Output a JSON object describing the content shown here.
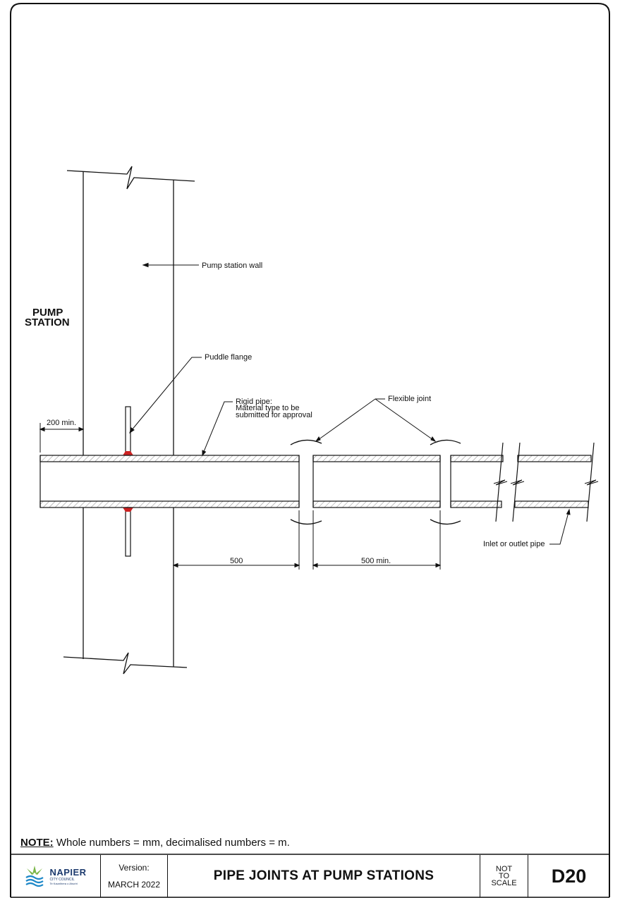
{
  "drawing": {
    "labels": {
      "pump_station_line1": "PUMP",
      "pump_station_line2": "STATION",
      "pump_station_wall": "Pump station wall",
      "puddle_flange": "Puddle flange",
      "rigid_pipe_line1": "Rigid pipe:",
      "rigid_pipe_line2": "Material type to be",
      "rigid_pipe_line3": "submitted for approval",
      "flexible_joint": "Flexible joint",
      "inlet_outlet_pipe": "Inlet or outlet pipe"
    },
    "dimensions": {
      "wall_offset": "200 min.",
      "first_joint": "500",
      "second_joint": "500 min."
    }
  },
  "note": {
    "label": "NOTE:",
    "text": " Whole numbers = mm, decimalised numbers = m."
  },
  "title_block": {
    "logo": {
      "name": "NAPIER",
      "sub": "CITY COUNCIL",
      "sub2": "Te Kaunihera o Ahuriri"
    },
    "version_label": "Version:",
    "version_value": "MARCH 2022",
    "title": "PIPE JOINTS AT PUMP STATIONS",
    "scale_line1": "NOT",
    "scale_line2": "TO",
    "scale_line3": "SCALE",
    "drawing_code": "D20"
  },
  "colors": {
    "line": "#111111",
    "weld": "#cc2222",
    "logo_green": "#7ab648",
    "logo_blue": "#1e88c8"
  }
}
